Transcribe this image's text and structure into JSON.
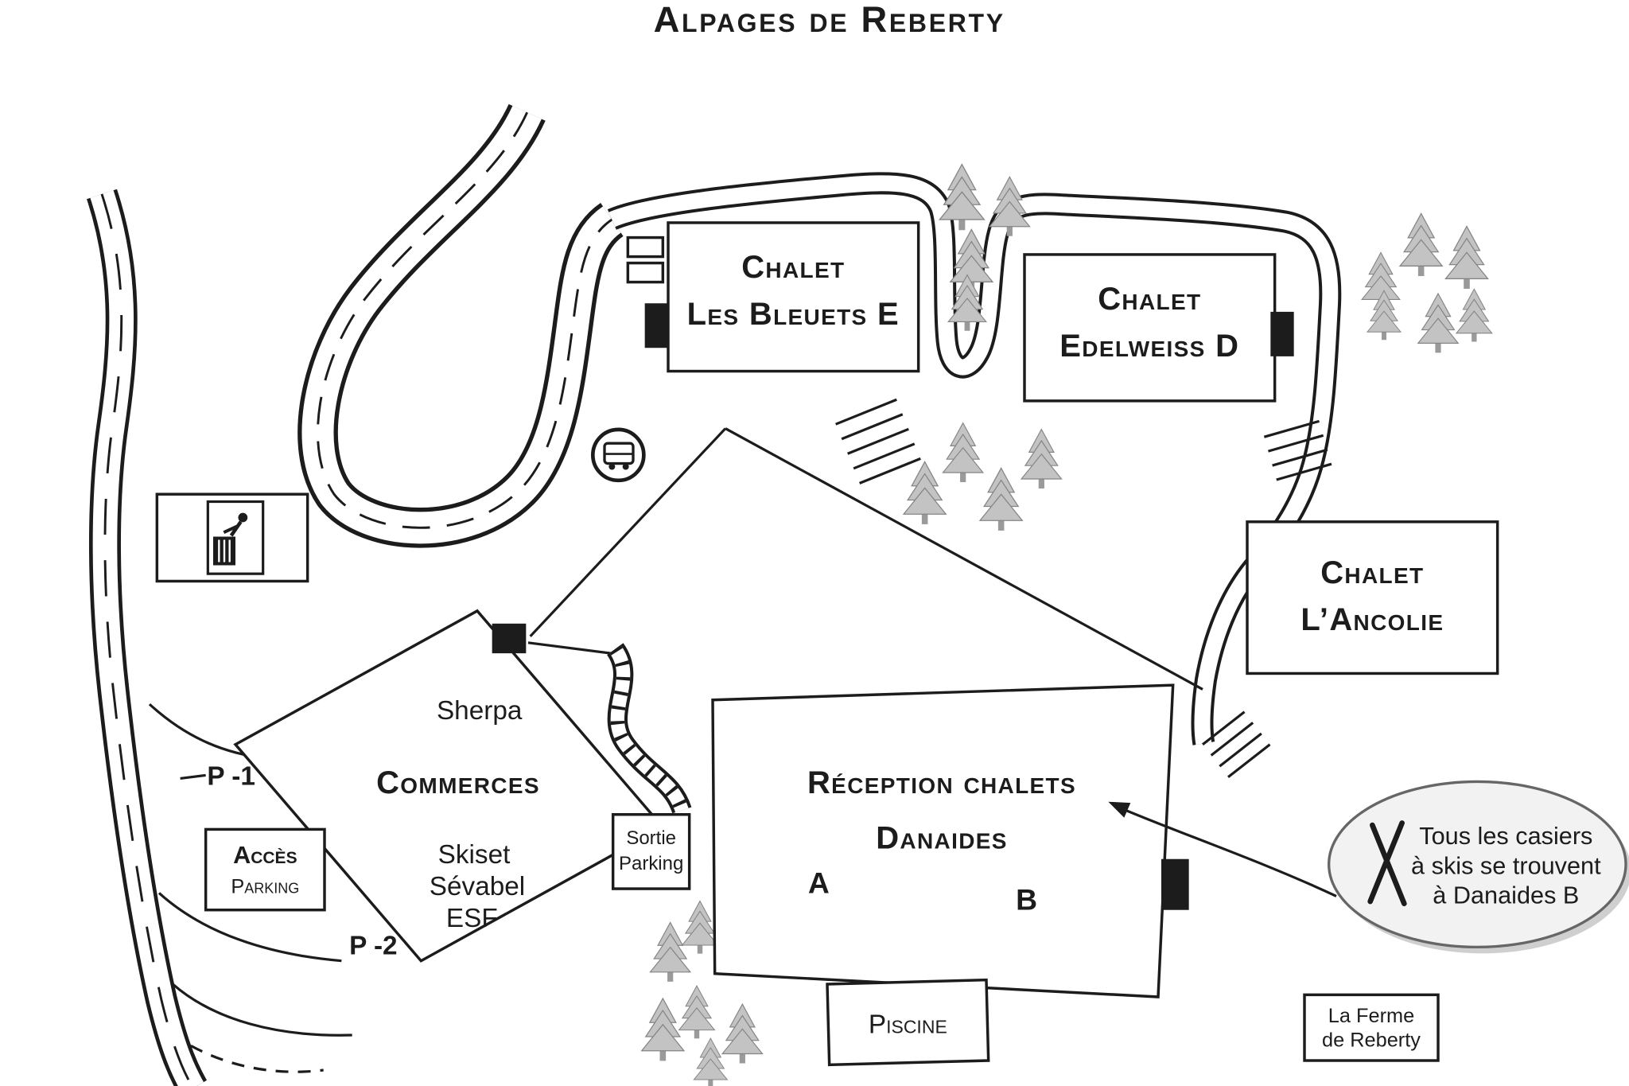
{
  "title": "Alpages de Reberty",
  "map": {
    "buildings": {
      "bleuets": {
        "line1": "Chalet",
        "line2": "Les Bleuets E"
      },
      "edelweiss": {
        "line1": "Chalet",
        "line2": "Edelweiss D"
      },
      "ancolie": {
        "line1": "Chalet",
        "line2": "L’Ancolie"
      },
      "reception": {
        "line1": "Réception chalets",
        "line2": "Danaides",
        "unit_a": "A",
        "unit_b": "B"
      },
      "piscine": {
        "label": "Piscine"
      },
      "ferme": {
        "line1": "La Ferme",
        "line2": "de Reberty"
      },
      "commerces": {
        "tenant_top": "Sherpa",
        "name": "Commerces",
        "tenant1": "Skiset",
        "tenant2": "Sévabel",
        "tenant3": "ESF"
      }
    },
    "parking": {
      "acces_line1": "Accès",
      "acces_line2": "Parking",
      "sortie_line1": "Sortie",
      "sortie_line2": "Parking",
      "p1": "P -1",
      "p2": "P -2"
    },
    "callout": {
      "line1": "Tous les casiers",
      "line2": "à skis se trouvent",
      "line3": "à Danaides B"
    },
    "icons": [
      {
        "name": "bus-stop-icon"
      },
      {
        "name": "waste-disposal-icon"
      },
      {
        "name": "crossed-skis-icon"
      },
      {
        "name": "pine-tree-icon"
      }
    ],
    "colors": {
      "ink": "#1c1c1c",
      "tree_fill": "#c3c3c3",
      "callout_fill": "#f2f2f2",
      "background": "#ffffff"
    }
  }
}
